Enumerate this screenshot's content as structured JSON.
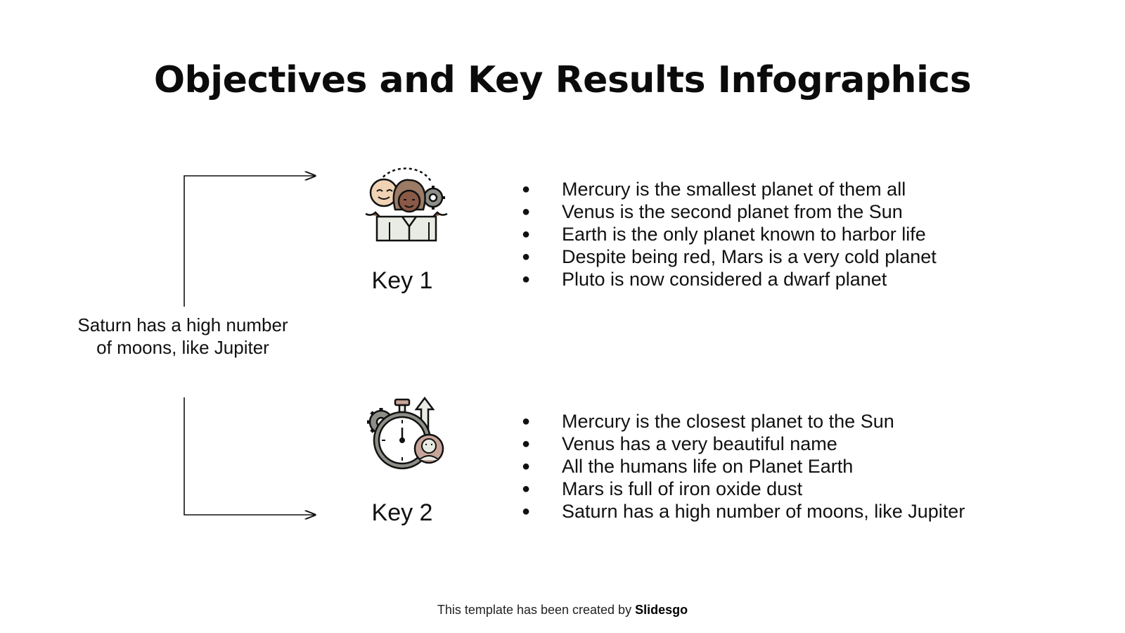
{
  "slide": {
    "title": "Objectives and Key Results Infographics",
    "objective_text": "Saturn has a high number of moons, like Jupiter",
    "footer": {
      "prefix": "This template has been created by ",
      "brand": "Slidesgo"
    }
  },
  "keys": [
    {
      "label": "Key 1",
      "icon": "team-collaboration-icon",
      "results": [
        "Mercury is the smallest planet of them all",
        "Venus is the second planet from the Sun",
        "Earth is the only planet known to harbor life",
        "Despite being red, Mars is a very cold planet",
        "Pluto is now considered a dwarf planet"
      ]
    },
    {
      "label": "Key 2",
      "icon": "stopwatch-growth-icon",
      "results": [
        "Mercury is the closest planet to the Sun",
        "Venus has a very beautiful name",
        "All the humans life on Planet Earth",
        "Mars is full of iron oxide dust",
        "Saturn has a high number of moons, like Jupiter"
      ]
    }
  ],
  "colors": {
    "text": "#111111",
    "skin_light": "#f0d2b4",
    "skin_dark": "#8a5a46",
    "hair": "#9b7b66",
    "gear": "#8c8f87",
    "shirt": "#e9ebe5",
    "accent": "#c8a59a"
  }
}
